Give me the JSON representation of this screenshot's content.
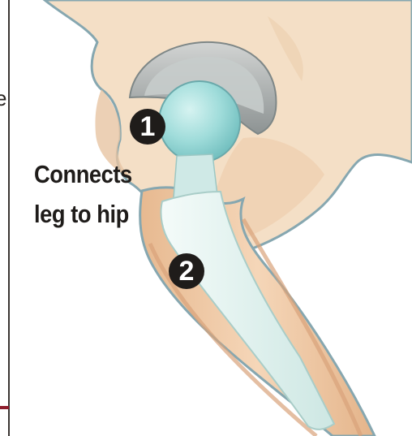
{
  "caption": {
    "line1": "Connects",
    "line2": "leg to hip"
  },
  "markers": [
    {
      "label": "1"
    },
    {
      "label": "2"
    }
  ],
  "edge_fragment": "e",
  "colors": {
    "bone": "#f3ddc2",
    "bone_shadow": "#e6c09d",
    "bone_outline": "#7a9aa6",
    "implant_ball": "#9ad9d8",
    "implant_socket": "#b9bcbc",
    "implant_stem": "#e4f2ef",
    "marker": "#1f1c1a",
    "frame_accent": "#8e1d2c"
  }
}
